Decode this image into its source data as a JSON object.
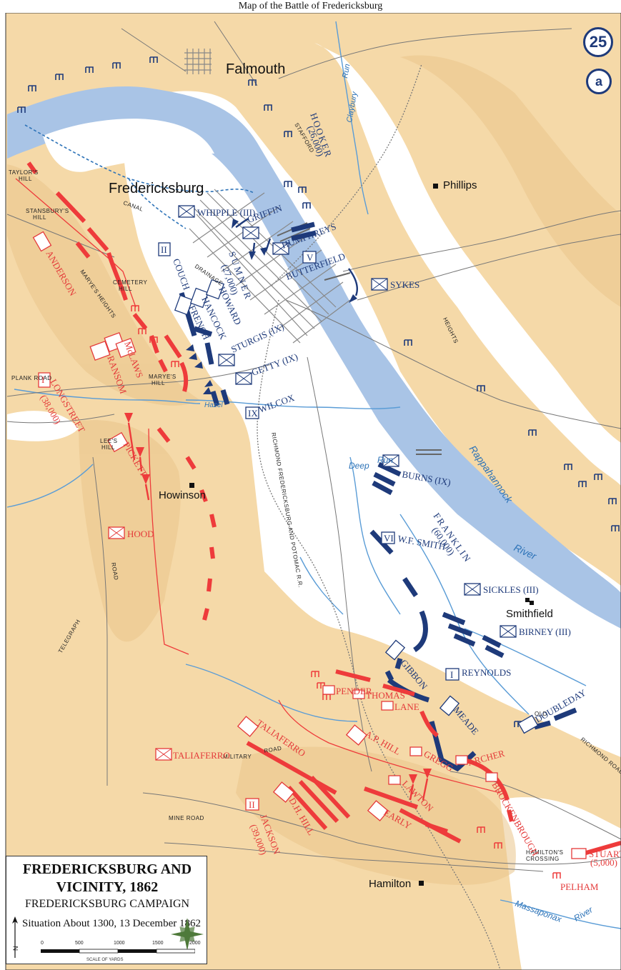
{
  "header": {
    "caption": "Map of the Battle of Fredericksburg"
  },
  "badges": {
    "number": "25",
    "sub": "a"
  },
  "colors": {
    "terrain": "#f5d9a8",
    "lowland": "#ffffff",
    "river": "#a9c4e6",
    "union": "#1e3a7a",
    "confederate": "#ee3b3b"
  },
  "places": {
    "falmouth": "Falmouth",
    "fredericksburg": "Fredericksburg",
    "phillips": "Phillips",
    "howinson": "Howinson",
    "smithfield": "Smithfield",
    "hamilton": "Hamilton"
  },
  "terrain_labels": {
    "taylors_hill": [
      "TAYLOR'S",
      "HILL"
    ],
    "stansburys_hill": [
      "STANSBURY'S",
      "HILL"
    ],
    "cemetery_hill": [
      "CEMETERY",
      "HILL"
    ],
    "maryes_heights": "MARYE'S HEIGHTS",
    "maryes_hill": [
      "MARYE'S",
      "HILL"
    ],
    "lees_hill": [
      "LEE'S",
      "HILL"
    ],
    "stafford": "STAFFORD",
    "heights": "HEIGHTS",
    "canal": "CANAL",
    "drainage": "DRAINAGE",
    "plank_road": "PLANK ROAD",
    "telegraph": "TELEGRAPH",
    "road": "ROAD",
    "military": "MILITARY",
    "mine_road": "MINE ROAD",
    "old": "OLD",
    "richmond_road": "RICHMOND ROAD",
    "hamiltons_crossing": [
      "HAMILTON'S",
      "CROSSING"
    ],
    "rf_railroad": "RICHMOND FREDERICKSBURG AND POTOMAC R.R."
  },
  "water_labels": {
    "rappahannock": "Rappahannock",
    "river": "River",
    "deep": "Deep",
    "run": "Run",
    "claybury": "Claybury",
    "hazel": "Hazel",
    "massaponax": "Massaponax",
    "massaponax_river": "River"
  },
  "union_units": {
    "hooker": "HOOKER",
    "hooker_strength": "(26,000)",
    "whipple": "WHIPPLE (III)",
    "griffin": "GRIFFIN",
    "humphreys": "HUMPHREYS",
    "butterfield": "BUTTERFIELD",
    "butterfield_corps": "V",
    "couch": "COUCH",
    "couch_corps": "II",
    "sumner": "SUMNER",
    "sumner_strength": "(27,000)",
    "sykes": "SYKES",
    "hancock": "HANCOCK",
    "french": "FRENCH",
    "howard": "HOWARD",
    "sturgis": "STURGIS (IX)",
    "getty": "GETTY (IX)",
    "wilcox": "WILCOX",
    "wilcox_corps": "IX",
    "burns": "BURNS (IX)",
    "franklin": "FRANKLIN",
    "franklin_strength": "(60,000)",
    "wf_smith": "W.F. SMITH",
    "wf_smith_corps": "VI",
    "sickles": "SICKLES (III)",
    "birney": "BIRNEY (III)",
    "gibbon": "GIBBON",
    "reynolds": "REYNOLDS",
    "reynolds_corps": "I",
    "meade": "MEADE",
    "doubleday": "DOUBLEDAY"
  },
  "confederate_units": {
    "anderson": "ANDERSON",
    "mclaws": "McLAWS",
    "ransom": "RANSOM",
    "longstreet": "LONGSTREET",
    "longstreet_strength": "(38,000)",
    "longstreet_corps": "I",
    "pickett": "PICKETT",
    "hood": "HOOD",
    "pender": "PENDER",
    "thomas": "THOMAS",
    "lane": "LANE",
    "taliaferro_a": "TALIAFERRO",
    "taliaferro_b": "TALIAFERRO",
    "ap_hill": "A.P. HILL",
    "gregg": "GREGG",
    "archer": "ARCHER",
    "lawton": "LAWTON",
    "brockenbrough": "BROCKENBROUGH",
    "early": "EARLY",
    "dh_hill": "D.H. HILL",
    "jackson": "JACKSON",
    "jackson_strength": "(39,000)",
    "jackson_corps": "II",
    "stuart": "STUART",
    "stuart_strength": "(5,000)",
    "pelham": "PELHAM"
  },
  "legend": {
    "title_line1": "FREDERICKSBURG AND",
    "title_line2": "VICINITY, 1862",
    "campaign": "FREDERICKSBURG CAMPAIGN",
    "situation": "Situation About 1300, 13 December 1862",
    "north": "N",
    "scale_ticks": [
      "0",
      "500",
      "1000",
      "1500",
      "2000"
    ],
    "scale_label": "SCALE OF YARDS"
  }
}
